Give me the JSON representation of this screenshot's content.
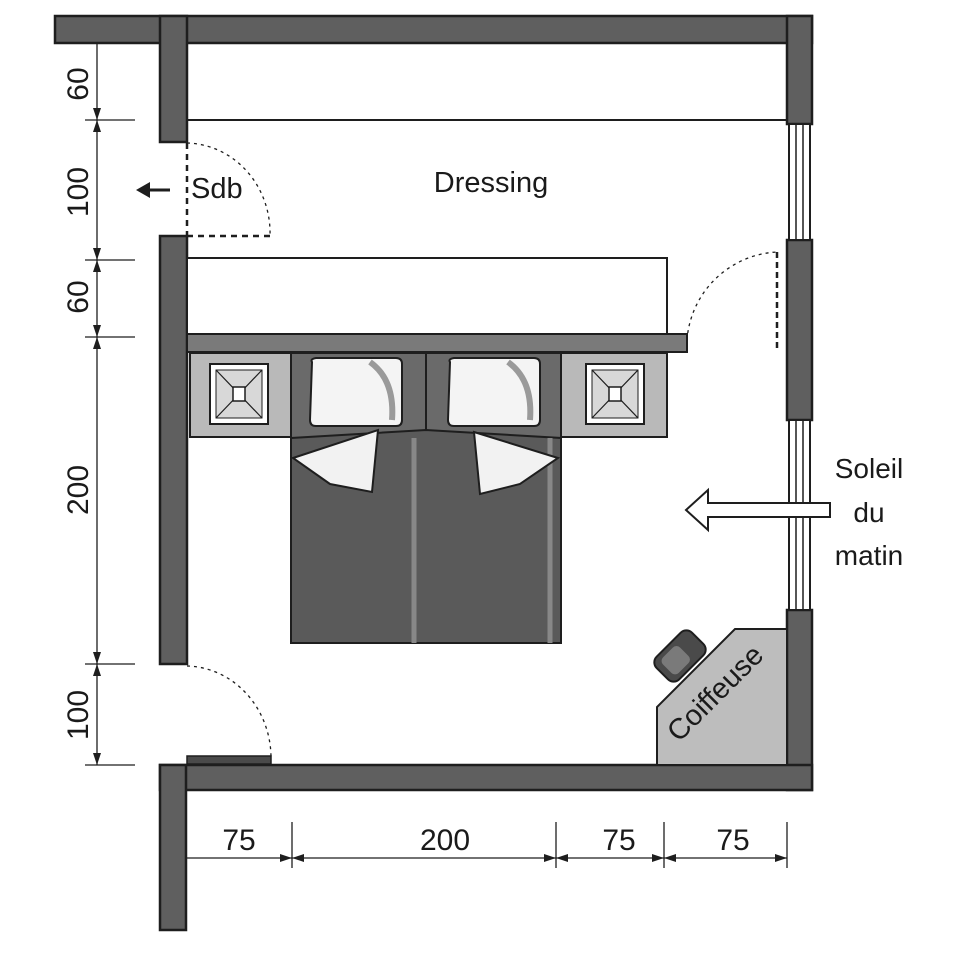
{
  "plan": {
    "rooms": {
      "dressing": "Dressing",
      "bathroom": "Sdb"
    },
    "sun_note": {
      "line1": "Soleil",
      "line2": "du",
      "line3": "matin"
    },
    "furniture": {
      "vanity": "Coiffeuse",
      "bed": "double bed",
      "nightstands": 2,
      "pillows": 2
    },
    "dimensions": {
      "left": [
        "60",
        "100",
        "60",
        "200",
        "100"
      ],
      "bottom": [
        "75",
        "200",
        "75",
        "75"
      ]
    },
    "icons": {
      "bathroom_arrow": "arrow-left-icon",
      "sun_arrow": "arrow-left-hollow-icon"
    }
  }
}
